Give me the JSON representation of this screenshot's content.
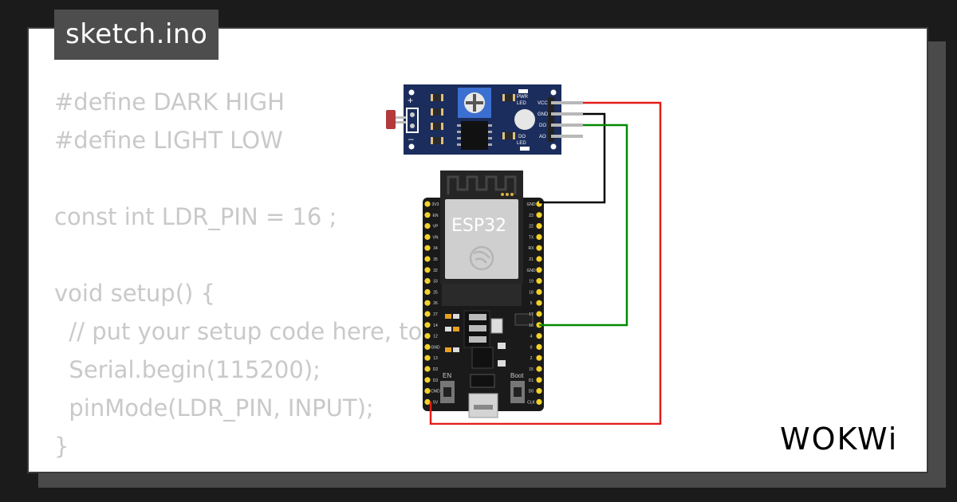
{
  "file_tab": {
    "label": "sketch.ino"
  },
  "code_lines": [
    "#define DARK HIGH",
    "#define LIGHT LOW",
    "",
    "const int LDR_PIN = 16 ;",
    "",
    "void setup() {",
    "  // put your setup code here, to run once:",
    "  Serial.begin(115200);",
    "  pinMode(LDR_PIN, INPUT);",
    "}"
  ],
  "ldr_module": {
    "plus": "+",
    "minus": "–",
    "pwr_led_1": "PWR",
    "pwr_led_2": "LED",
    "do_led_1": "DO",
    "do_led_2": "LED",
    "pins": [
      "VCC",
      "GND",
      "DO",
      "AO"
    ]
  },
  "esp32": {
    "label": "ESP32",
    "en_label": "EN",
    "boot_label": "Boot",
    "left_pins": [
      "3V3",
      "EN",
      "VP",
      "VN",
      "34",
      "35",
      "32",
      "33",
      "25",
      "26",
      "27",
      "14",
      "12",
      "GND",
      "13",
      "D2",
      "D3",
      "CMD",
      "5V"
    ],
    "right_pins": [
      "GND",
      "23",
      "22",
      "TX",
      "RX",
      "21",
      "GND",
      "19",
      "18",
      "5",
      "17",
      "16",
      "4",
      "0",
      "2",
      "15",
      "D1",
      "D0",
      "CLK"
    ]
  },
  "wires": {
    "vcc": "#e41b17",
    "gnd": "#000000",
    "do": "#008a00"
  },
  "colors": {
    "module_board": "#1b2d5c",
    "esp_board": "#1a1a1a",
    "pin_gold": "#f2d22b"
  },
  "logo": {
    "text": "WOKWi"
  }
}
